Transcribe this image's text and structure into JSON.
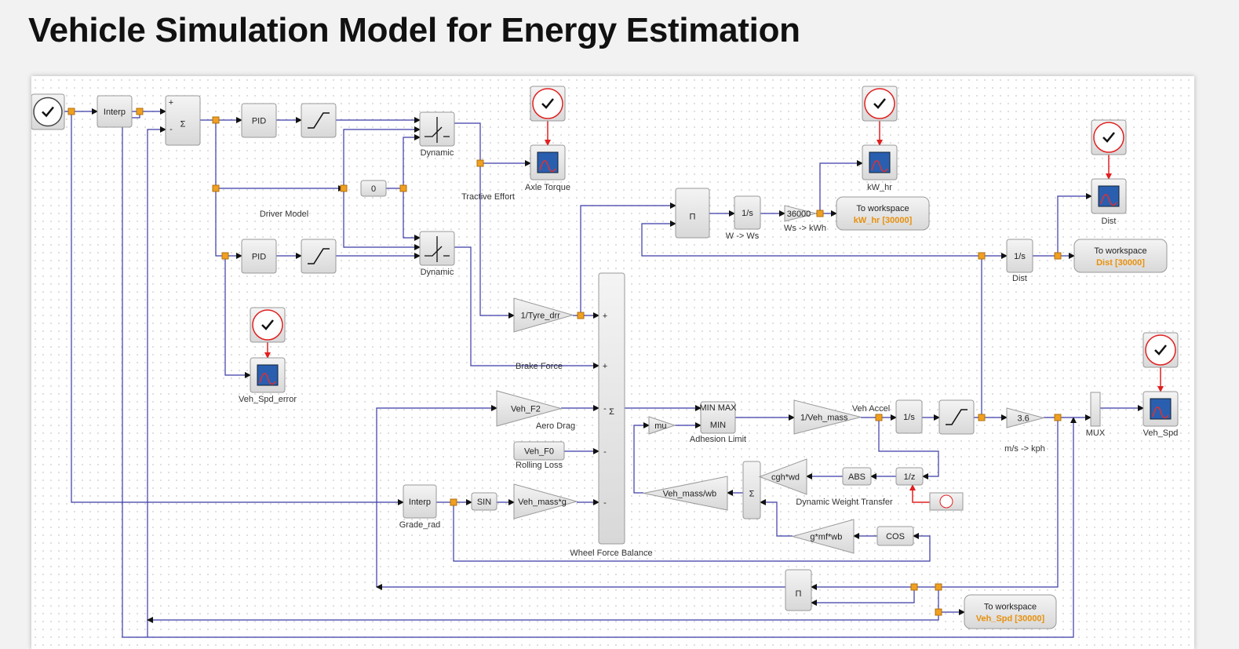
{
  "slide": {
    "title": "Vehicle Simulation Model for Energy Estimation"
  },
  "colors": {
    "wire": "#3a3aa8",
    "event_wire": "#e02020",
    "split_point": "#f0a020",
    "workspace_var": "#e8900c",
    "scope_screen": "#2a5fb0"
  },
  "blocks": [
    {
      "id": "clock0",
      "type": "clock"
    },
    {
      "id": "interp_ref",
      "type": "box",
      "text": "Interp"
    },
    {
      "id": "sum_err",
      "type": "sum",
      "text": "Σ",
      "signs": [
        "+",
        "-"
      ]
    },
    {
      "id": "pid1",
      "type": "box",
      "text": "PID"
    },
    {
      "id": "sat1",
      "type": "sat"
    },
    {
      "id": "switch1",
      "type": "switch",
      "label": "Dynamic"
    },
    {
      "id": "const0",
      "type": "box",
      "text": "0"
    },
    {
      "id": "pid2",
      "type": "box",
      "text": "PID"
    },
    {
      "id": "sat2",
      "type": "sat"
    },
    {
      "id": "switch2",
      "type": "switch",
      "label": "Dynamic"
    },
    {
      "id": "clk_axle",
      "type": "clock_ev"
    },
    {
      "id": "scope_axle",
      "type": "scope",
      "label": "Axle Torque"
    },
    {
      "id": "clk_err",
      "type": "clock_ev"
    },
    {
      "id": "scope_err",
      "type": "scope",
      "label": "Veh_Spd_error"
    },
    {
      "id": "gain_tyre",
      "type": "gain",
      "text": "1/Tyre_drr"
    },
    {
      "id": "sum_wheel",
      "type": "bigsum",
      "text": "Σ",
      "label": "Wheel Force Balance",
      "signs": [
        "+",
        "+",
        "-",
        "-",
        "-"
      ]
    },
    {
      "id": "gain_f2",
      "type": "gain",
      "text": "Veh_F2",
      "label": "Aero Drag"
    },
    {
      "id": "const_f0",
      "type": "box",
      "text": "Veh_F0",
      "label": "Rolling Loss"
    },
    {
      "id": "interp_grade",
      "type": "box",
      "text": "Interp",
      "label": "Grade_rad"
    },
    {
      "id": "sin",
      "type": "box",
      "text": "SIN"
    },
    {
      "id": "gain_mg",
      "type": "gain",
      "text": "Veh_mass*g"
    },
    {
      "id": "gain_mu",
      "type": "gain",
      "text": "mu"
    },
    {
      "id": "minmax",
      "type": "minmax",
      "text": "MIN",
      "subtext": "MIN MAX",
      "label": "Adhesion Limit"
    },
    {
      "id": "gain_mass",
      "type": "gain",
      "text": "1/Veh_mass"
    },
    {
      "id": "int_v",
      "type": "box",
      "text": "1/s"
    },
    {
      "id": "sat_v",
      "type": "sat"
    },
    {
      "id": "gain_36",
      "type": "gain",
      "text": "3.6",
      "label": "m/s -> kph"
    },
    {
      "id": "mux",
      "type": "mux",
      "label": "MUX"
    },
    {
      "id": "clk_spd",
      "type": "clock_ev"
    },
    {
      "id": "scope_spd",
      "type": "scope",
      "label": "Veh_Spd"
    },
    {
      "id": "sum_wt",
      "type": "vsum",
      "text": "Σ"
    },
    {
      "id": "gain_cgh",
      "type": "gainL",
      "text": "cgh*wd"
    },
    {
      "id": "abs",
      "type": "box",
      "text": "ABS"
    },
    {
      "id": "delay",
      "type": "box",
      "text": "1/z"
    },
    {
      "id": "clk_small",
      "type": "clock_small"
    },
    {
      "id": "gain_mwb",
      "type": "gainL",
      "text": "Veh_mass/wb"
    },
    {
      "id": "gain_gmf",
      "type": "gainL",
      "text": "g*mf*wb"
    },
    {
      "id": "cos",
      "type": "box",
      "text": "COS"
    },
    {
      "id": "prod_bot",
      "type": "prod",
      "text": "Π"
    },
    {
      "id": "ws_spd",
      "type": "workspace",
      "text": "To workspace",
      "var": "Veh_Spd [30000]"
    },
    {
      "id": "prod_top",
      "type": "prod",
      "text": "Π"
    },
    {
      "id": "int_e",
      "type": "box",
      "text": "1/s",
      "label": "W -> Ws"
    },
    {
      "id": "gain_kwh",
      "type": "gain",
      "text": "36000",
      "label": "Ws -> kWh"
    },
    {
      "id": "ws_kwh",
      "type": "workspace",
      "text": "To workspace",
      "var": "kW_hr [30000]"
    },
    {
      "id": "clk_kwh",
      "type": "clock_ev"
    },
    {
      "id": "scope_kwh",
      "type": "scope",
      "label": "kW_hr"
    },
    {
      "id": "int_d",
      "type": "box",
      "text": "1/s",
      "label": "Dist"
    },
    {
      "id": "ws_dist",
      "type": "workspace",
      "text": "To workspace",
      "var": "Dist [30000]"
    },
    {
      "id": "clk_dist",
      "type": "clock_ev"
    },
    {
      "id": "scope_dist",
      "type": "scope",
      "label": "Dist"
    }
  ],
  "annotations": [
    {
      "id": "driver_model",
      "text": "Driver Model"
    },
    {
      "id": "tractive_effort",
      "text": "Tractive Effort"
    },
    {
      "id": "brake_force",
      "text": "Brake Force"
    },
    {
      "id": "veh_accel",
      "text": "Veh Accel"
    },
    {
      "id": "dyn_weight",
      "text": "Dynamic Weight Transfer"
    }
  ]
}
